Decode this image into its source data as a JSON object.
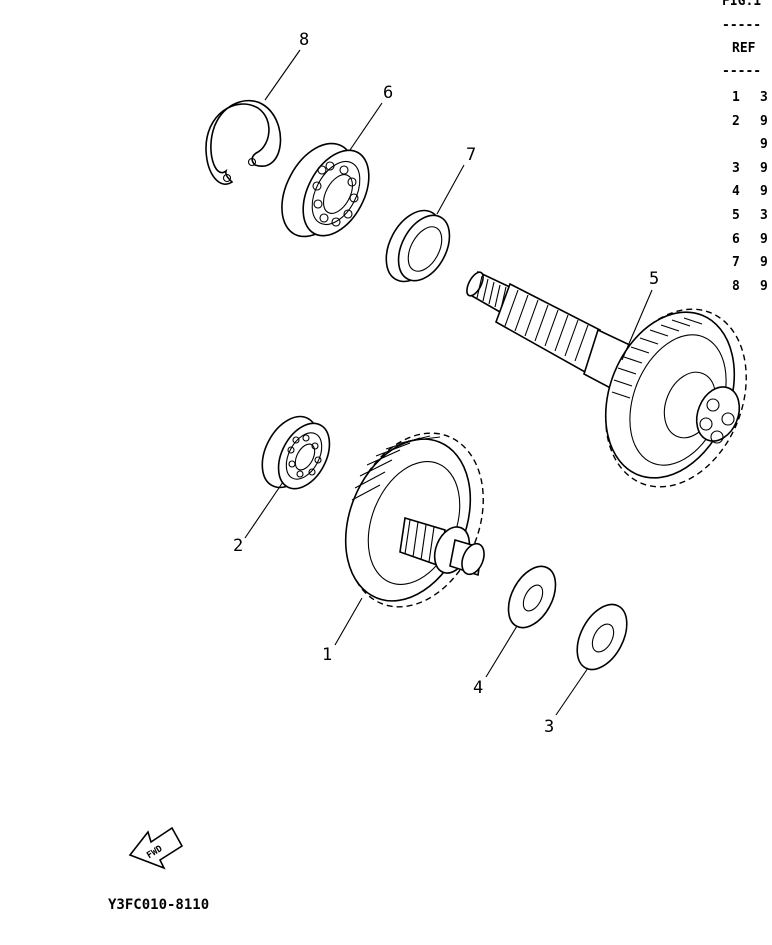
{
  "figure": {
    "fig_header": "FIG.1",
    "rule": "-----",
    "ref_header": "REF",
    "rows": [
      {
        "ref": "1",
        "part": "3"
      },
      {
        "ref": "2",
        "part": "9"
      },
      {
        "ref": "",
        "part": "9"
      },
      {
        "ref": "3",
        "part": "9"
      },
      {
        "ref": "4",
        "part": "9"
      },
      {
        "ref": "5",
        "part": "3"
      },
      {
        "ref": "6",
        "part": "9"
      },
      {
        "ref": "7",
        "part": "9"
      },
      {
        "ref": "8",
        "part": "9"
      }
    ]
  },
  "callouts": {
    "c1": "1",
    "c2": "2",
    "c3": "3",
    "c4": "4",
    "c5": "5",
    "c6": "6",
    "c7": "7",
    "c8": "8"
  },
  "fwd_label": "FWD",
  "diagram_code": "Y3FC010-8110"
}
